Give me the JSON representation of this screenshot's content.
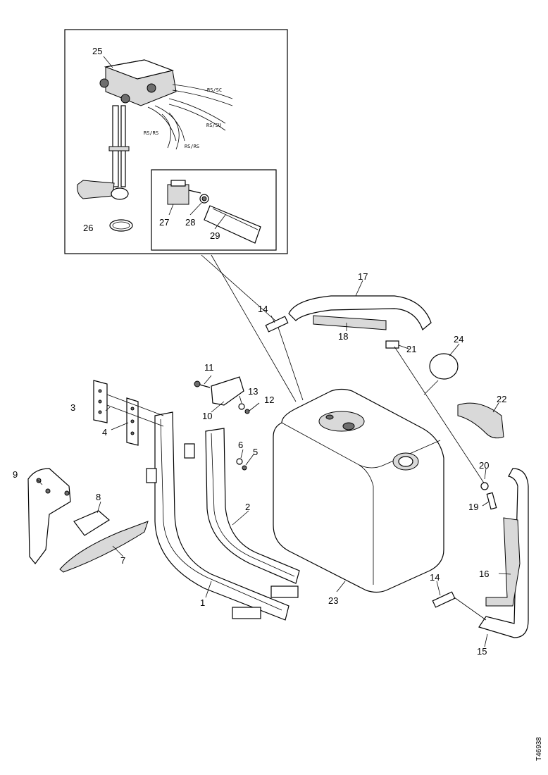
{
  "callouts": {
    "c1": "1",
    "c2": "2",
    "c3": "3",
    "c4": "4",
    "c5": "5",
    "c6": "6",
    "c7": "7",
    "c8": "8",
    "c9": "9",
    "c10": "10",
    "c11": "11",
    "c12": "12",
    "c13": "13",
    "c14a": "14",
    "c14b": "14",
    "c15": "15",
    "c16": "16",
    "c17": "17",
    "c18": "18",
    "c19": "19",
    "c20": "20",
    "c21": "21",
    "c22": "22",
    "c23": "23",
    "c24": "24",
    "c25": "25",
    "c26": "26",
    "c27": "27",
    "c28": "28",
    "c29": "29"
  },
  "hose_labels": {
    "h1": "RS/SC",
    "h2": "RS/SU",
    "h3": "RS/RS",
    "h4": "RS/RS"
  },
  "reference_number": "T46938"
}
